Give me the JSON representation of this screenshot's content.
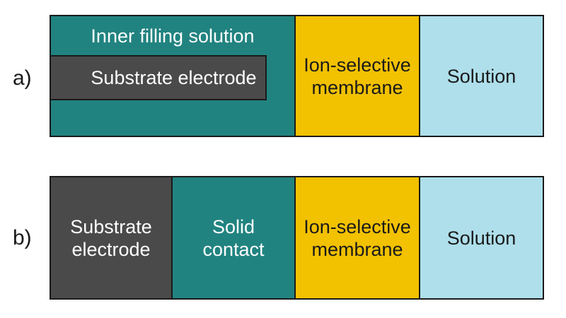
{
  "figure": {
    "background": "#ffffff",
    "border_color": "#1a1a1a",
    "colors": {
      "inner_filling_solution": "#218380",
      "solid_contact": "#218380",
      "substrate_electrode": "#4a4a4a",
      "ion_selective_membrane": "#f2c100",
      "solution": "#aedfeb",
      "light_text": "#ffffff",
      "dark_text": "#1a1a1a"
    },
    "panel_a": {
      "label": "a)",
      "inner_filling_solution": "Inner filling solution",
      "substrate_electrode": "Substrate electrode",
      "ion_selective_membrane": "Ion-selective\nmembrane",
      "solution": "Solution"
    },
    "panel_b": {
      "label": "b)",
      "substrate_electrode": "Substrate\nelectrode",
      "solid_contact": "Solid\ncontact",
      "ion_selective_membrane": "Ion-selective\nmembrane",
      "solution": "Solution"
    }
  }
}
